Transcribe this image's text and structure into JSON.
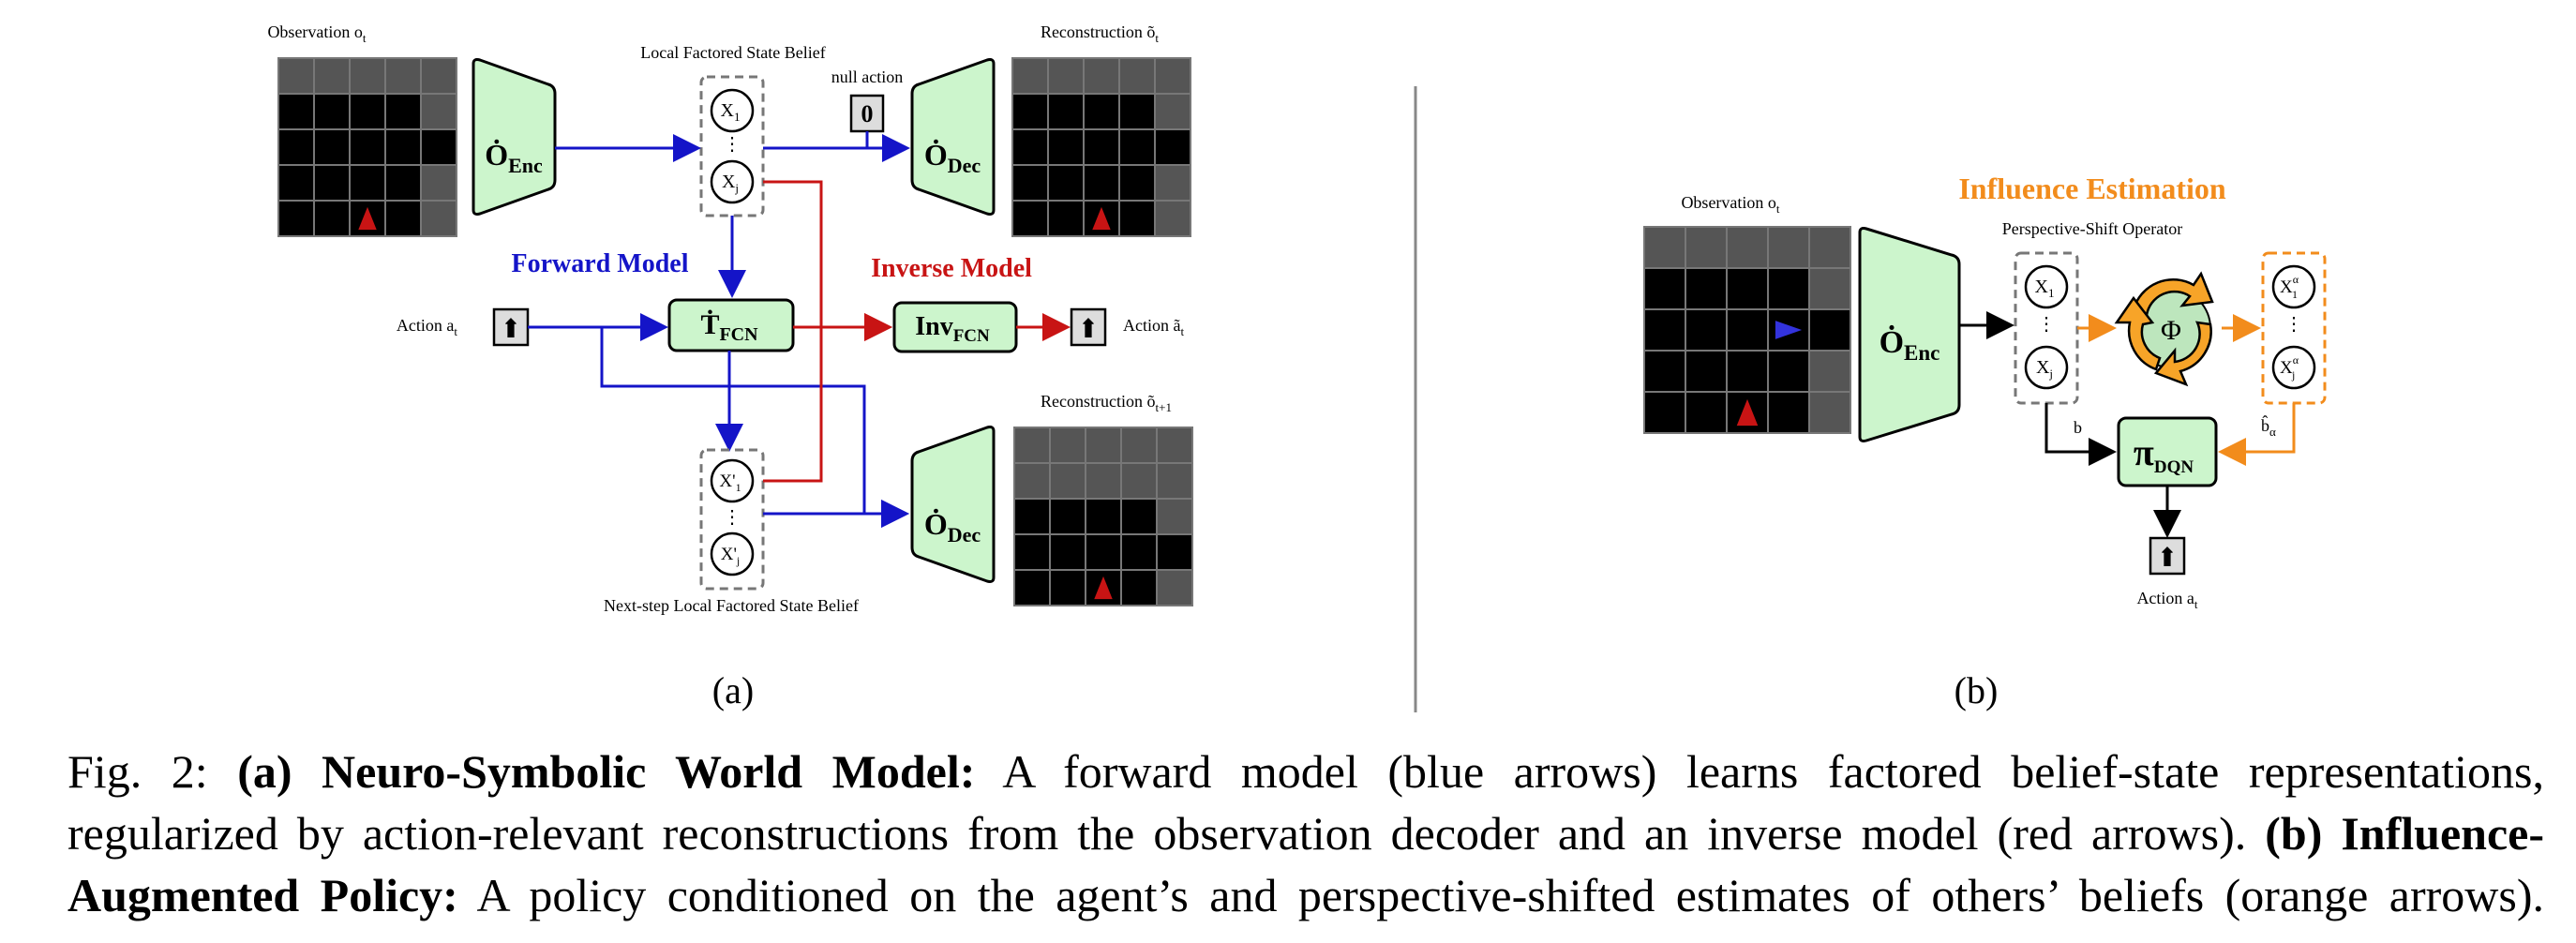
{
  "panel_a": {
    "observation_label": "Observation o",
    "observation_sub": "t",
    "local_belief_label": "Local Factored State Belief",
    "reconstruction_label": "Reconstruction õ",
    "reconstruction_sub": "t",
    "null_action_label": "null action",
    "null_action_value": "0",
    "enc_label": "Ȯ",
    "enc_sub": "Enc",
    "dec_label": "Ȯ",
    "dec_sub": "Dec",
    "node_x1": "X",
    "node_x1_sub": "1",
    "node_xj": "X",
    "node_xj_sub": "j",
    "forward_model_label": "Forward Model",
    "inverse_model_label": "Inverse Model",
    "action_label": "Action a",
    "action_sub": "t",
    "tfcn_label": "Ṫ",
    "tfcn_sub": "FCN",
    "inv_label": "Inv",
    "inv_sub": "FCN",
    "pred_action_label": "Action ã",
    "pred_action_sub": "t",
    "reconstruction2_label": "Reconstruction õ",
    "reconstruction2_sub": "t+1",
    "node_x1p": "X'",
    "node_x1p_sub": "1",
    "node_xjp": "X'",
    "node_xjp_sub": "j",
    "next_belief_label": "Next-step Local Factored State Belief",
    "panel_tag": "(a)"
  },
  "panel_b": {
    "influence_label": "Influence Estimation",
    "perspective_label": "Perspective-Shift Operator",
    "observation_label": "Observation o",
    "observation_sub": "t",
    "enc_label": "Ȯ",
    "enc_sub": "Enc",
    "node_x1": "X",
    "node_x1_sub": "1",
    "node_xj": "X",
    "node_xj_sub": "j",
    "phi_label": "Φ",
    "node_xa1": "X",
    "node_xa1_sup": "α",
    "node_xa1_sub": "1",
    "node_xaj": "X",
    "node_xaj_sup": "α",
    "node_xaj_sub": "j",
    "b_label": "b",
    "b_alpha_label": "b̂",
    "b_alpha_sub": "α",
    "policy_label": "π",
    "policy_sub": "DQN",
    "action_label": "Action a",
    "action_sub": "t",
    "panel_tag": "(b)"
  },
  "colors": {
    "forward": "#1414c8",
    "inverse": "#c81414",
    "influence": "#f28c1c",
    "module_fill": "#ccf5cc",
    "grid_dark": "#000000",
    "grid_gray": "#555555",
    "agent_red": "#c81414",
    "agent_blue": "#3333dd"
  },
  "caption": {
    "fig": "Fig. 2:",
    "a_bold": "(a) Neuro-Symbolic World Model:",
    "a_text_line1": "A forward model (blue arrows) learns factored belief-state representations,",
    "a_text_line2": "regularized by action-relevant reconstructions from the observation decoder and an inverse model (red arrows).",
    "b_bold_line2": "(b) Influence-",
    "b_bold_line3": "Augmented Policy:",
    "b_text_line3": "A policy conditioned on the agent’s and perspective-shifted estimates of others’ beliefs (orange arrows)."
  }
}
